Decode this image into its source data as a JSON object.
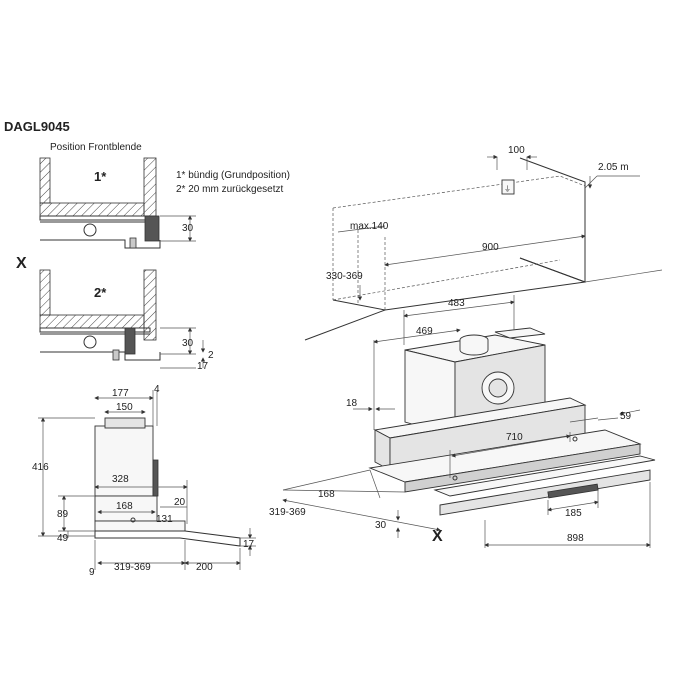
{
  "model": "DAGL9045",
  "front_panel": {
    "heading": "Position Frontblende",
    "marker_1": "1*",
    "marker_2": "2*",
    "legend_1": "1*  bündig (Grundposition)",
    "legend_2": "2*  20 mm zurückgesetzt",
    "dim_30_top": "30",
    "dim_30_bottom": "30",
    "dim_2": "2",
    "dim_17": "17",
    "x_label": "X"
  },
  "side_view": {
    "dim_177": "177",
    "dim_4": "4",
    "dim_150": "150",
    "dim_416": "416",
    "dim_328": "328",
    "dim_20": "20",
    "dim_89": "89",
    "dim_168": "168",
    "dim_131": "131",
    "dim_49": "49",
    "dim_17": "17",
    "dim_9": "9",
    "dim_319_369": "319-369",
    "dim_200": "200"
  },
  "iso_view": {
    "dim_100": "100",
    "dim_2_05": "2.05 m",
    "dim_max_140": "max.140",
    "dim_900": "900",
    "dim_330_369": "330-369",
    "dim_483": "483",
    "dim_469": "469",
    "dim_18": "18",
    "dim_59": "59",
    "dim_710": "710",
    "dim_168": "168",
    "dim_319_369": "319-369",
    "dim_185": "185",
    "dim_30": "30",
    "dim_898": "898",
    "x_label": "X"
  }
}
